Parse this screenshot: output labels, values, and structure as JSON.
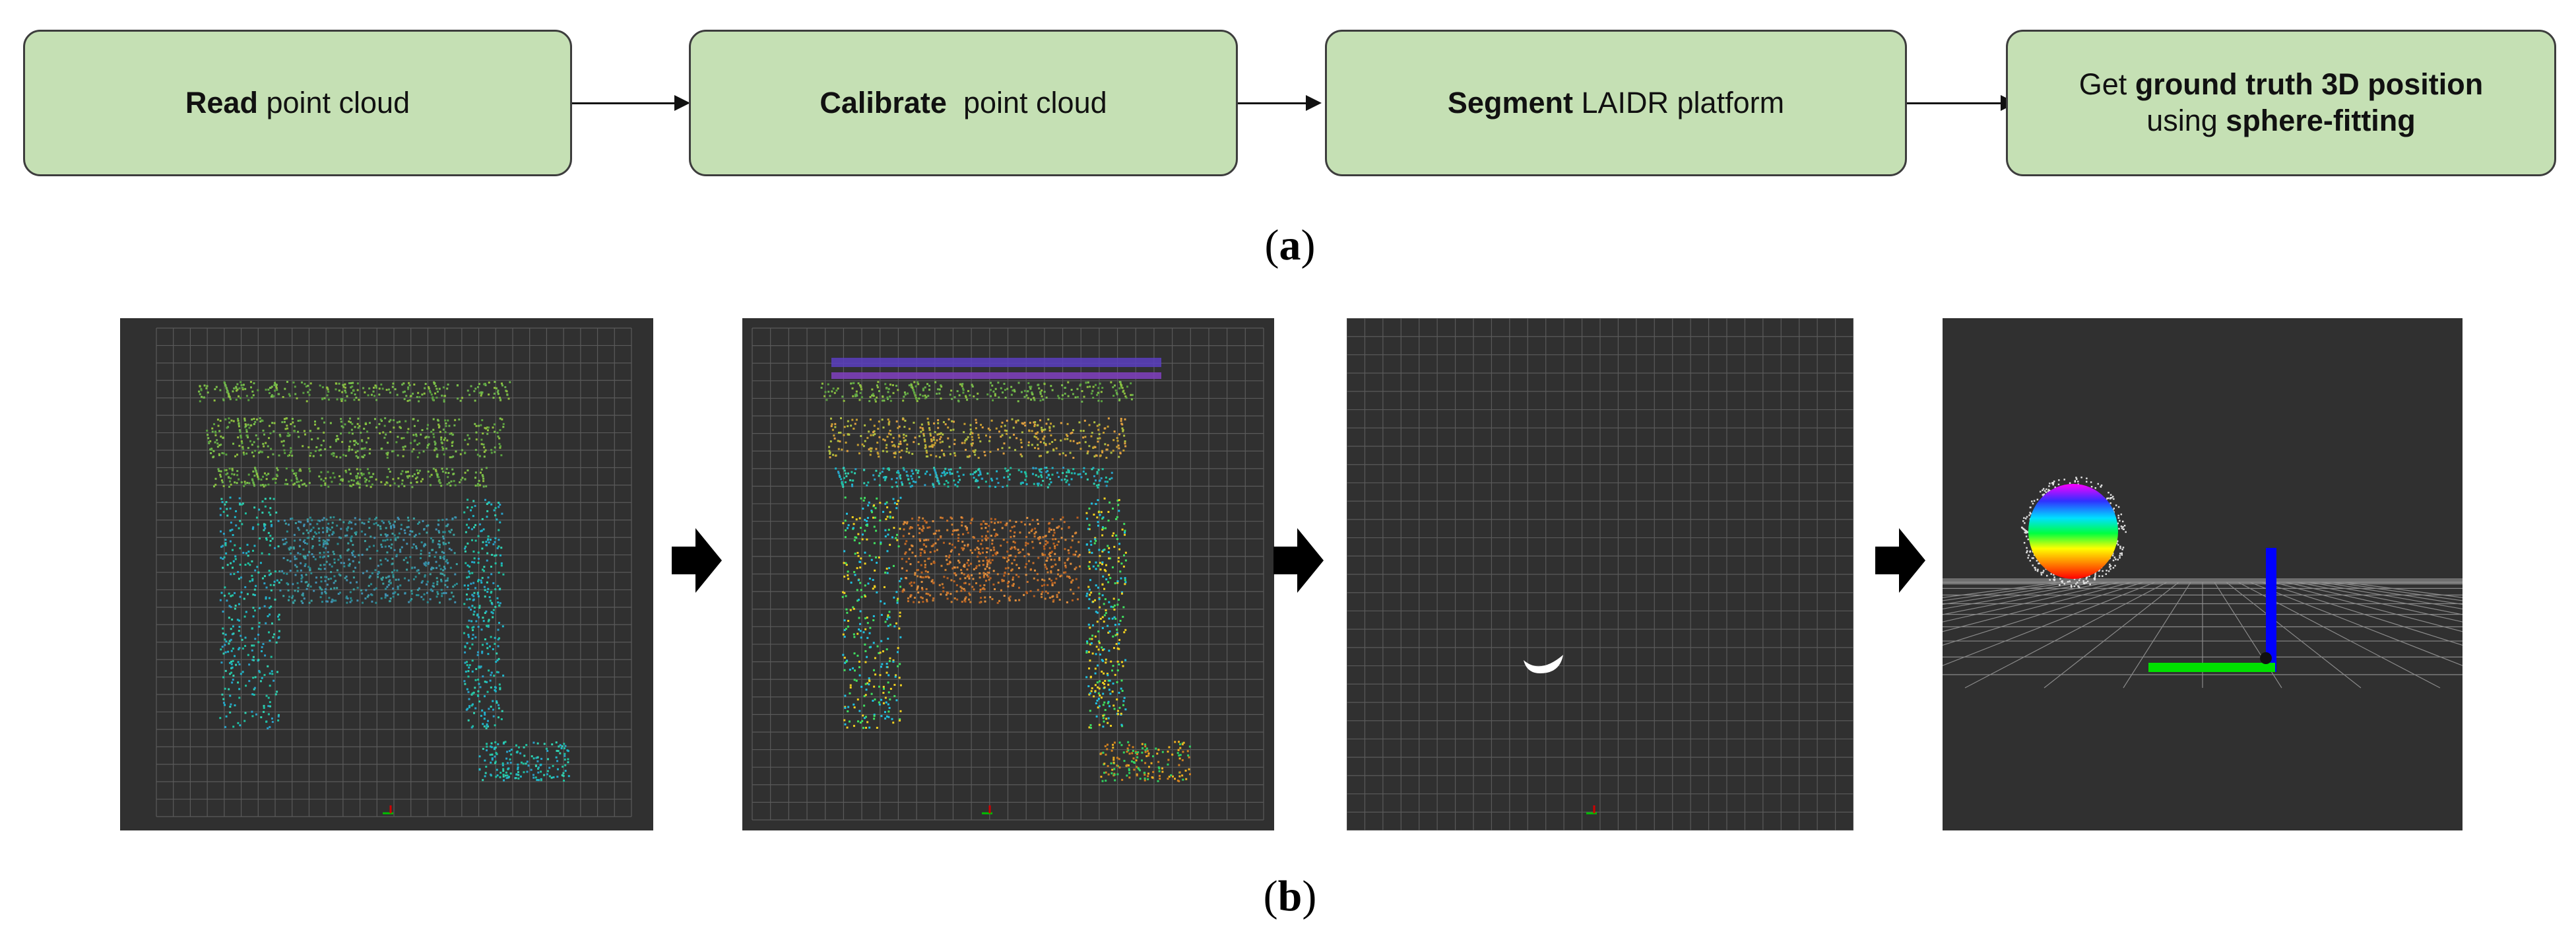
{
  "flowchart": {
    "steps": [
      {
        "bold": "Read",
        "rest": " point cloud"
      },
      {
        "bold": "Calibrate",
        "rest": "  point cloud"
      },
      {
        "bold": "Segment",
        "rest": " LAIDR platform"
      },
      {
        "pre": "Get ",
        "bold": "ground truth 3D position",
        "line2_pre": "using ",
        "line2_bold": "sphere-fitting"
      }
    ]
  },
  "captions": {
    "a": {
      "open": "(",
      "letter": "a",
      "close": ")"
    },
    "b": {
      "open": "(",
      "letter": "b",
      "close": ")"
    }
  },
  "panels": [
    {
      "name": "raw-point-cloud-view",
      "icon": "point-cloud-raw"
    },
    {
      "name": "calibrated-point-cloud-view",
      "icon": "point-cloud-calibrated"
    },
    {
      "name": "segmented-platform-view",
      "icon": "point-cloud-segment"
    },
    {
      "name": "sphere-fitting-view",
      "icon": "sphere-fit-3d"
    }
  ],
  "colors": {
    "box_fill": "#c5e0b4",
    "box_border": "#3d3d3d",
    "panel_bg": "#303030",
    "grid": "#5a5a5a",
    "axis_blue": "#0000ff",
    "axis_green": "#00e000"
  }
}
